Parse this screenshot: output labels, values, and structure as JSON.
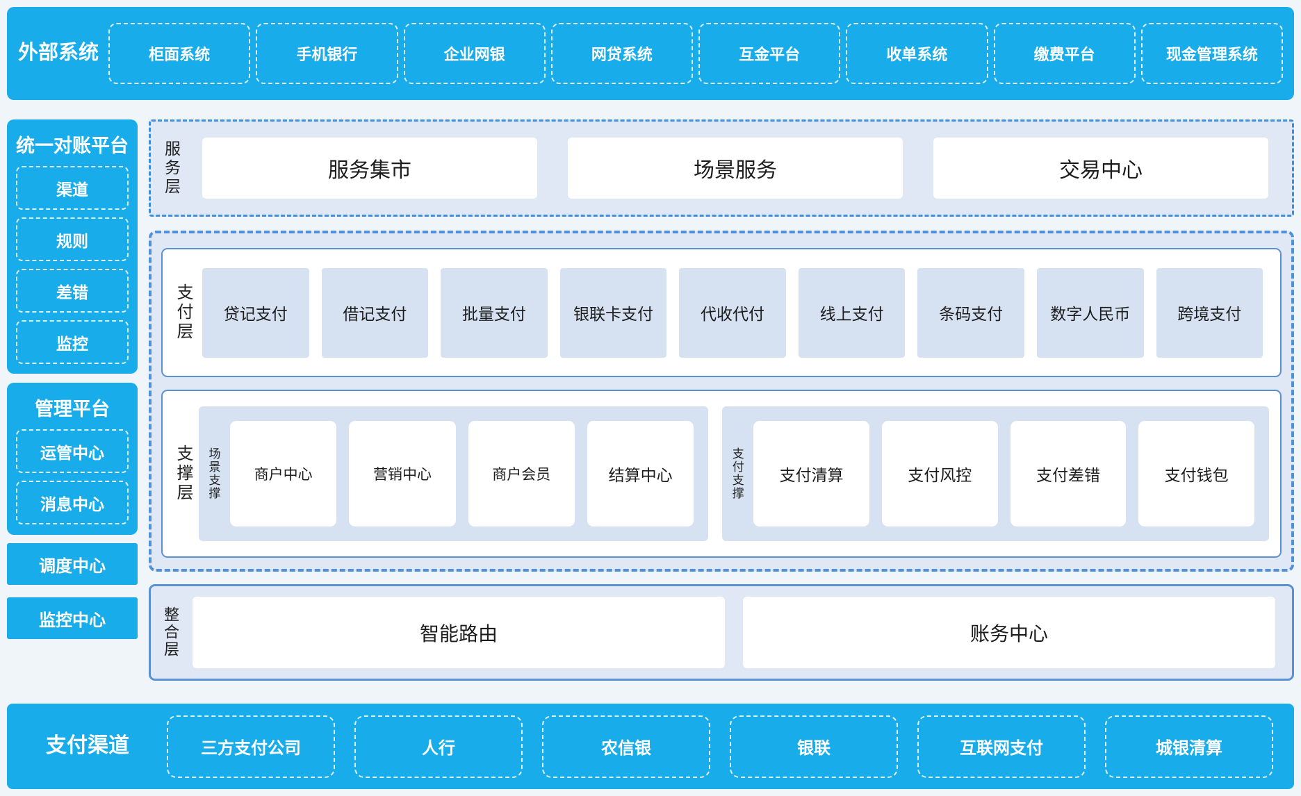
{
  "colors": {
    "cyan": "#19ACEB",
    "panel_bg": "#DFE8F4",
    "item_bg": "#D6E2F1",
    "border_blue": "#5B91D2",
    "dash_blue": "#4E91D9",
    "dashdot_blue": "#3F8EDC",
    "text_dark": "#1C1C1C",
    "page_bg": "#F0F5FA"
  },
  "top_bar": {
    "title": "外部系统",
    "items": [
      "柜面系统",
      "手机银行",
      "企业网银",
      "网贷系统",
      "互金平台",
      "收单系统",
      "缴费平台",
      "现金管理系统"
    ]
  },
  "sidebar": {
    "recon_platform": {
      "title": "统一对账平台",
      "items": [
        "渠道",
        "规则",
        "差错",
        "监控"
      ]
    },
    "mgmt_platform": {
      "title": "管理平台",
      "items": [
        "运管中心",
        "消息中心"
      ]
    },
    "standalone": [
      "调度中心",
      "监控中心"
    ]
  },
  "service_layer": {
    "label": "服务层",
    "items": [
      "服务集市",
      "场景服务",
      "交易中心"
    ]
  },
  "payment_layer": {
    "label": "支付层",
    "items": [
      "贷记支付",
      "借记支付",
      "批量支付",
      "银联卡支付",
      "代收代付",
      "线上支付",
      "条码支付",
      "数字人民币",
      "跨境支付"
    ]
  },
  "support_layer": {
    "label": "支撑层",
    "groups": [
      {
        "label": "场景支撑",
        "items": [
          "商户中心",
          "营销中心",
          "商户会员",
          "结算中心"
        ]
      },
      {
        "label": "支付支撑",
        "items": [
          "支付清算",
          "支付风控",
          "支付差错",
          "支付钱包"
        ]
      }
    ]
  },
  "integration_layer": {
    "label": "整合层",
    "items": [
      "智能路由",
      "账务中心"
    ]
  },
  "bottom_bar": {
    "title": "支付渠道",
    "items": [
      "三方支付公司",
      "人行",
      "农信银",
      "银联",
      "互联网支付",
      "城银清算"
    ]
  }
}
